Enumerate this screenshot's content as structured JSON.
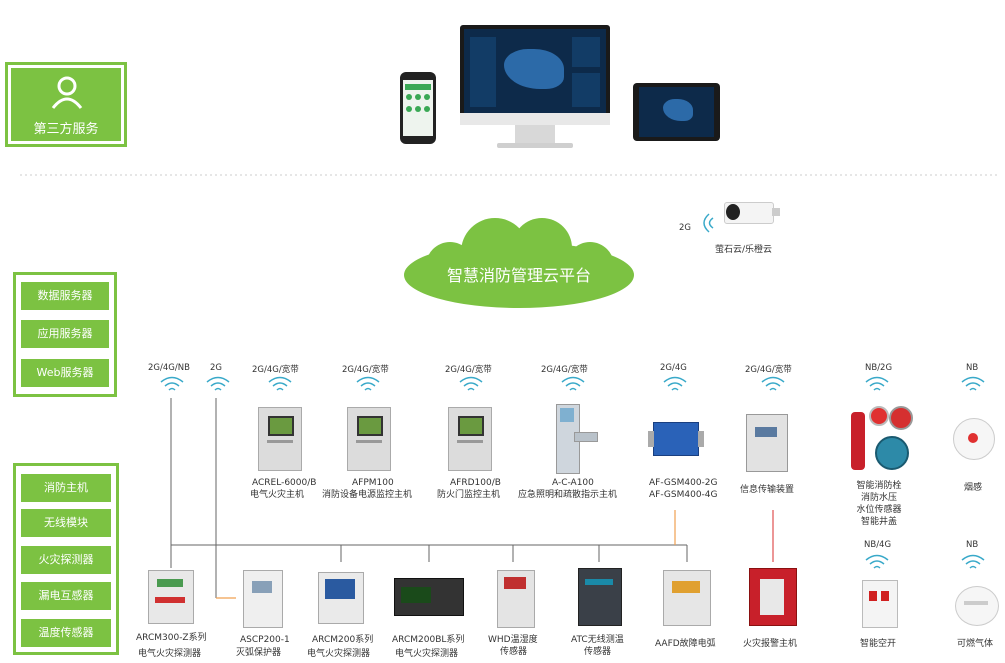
{
  "third_party": {
    "label": "第三方服务"
  },
  "cloud": {
    "label": "智慧消防管理云平台"
  },
  "camera": {
    "net": "2G",
    "label": "萤石云/乐橙云"
  },
  "servers": [
    "数据服务器",
    "应用服务器",
    "Web服务器"
  ],
  "modules": [
    "消防主机",
    "无线模块",
    "火灾探测器",
    "漏电互感器",
    "温度传感器"
  ],
  "colors": {
    "green": "#7cc242",
    "wifi": "#39a9c9",
    "orange": "#f0a050",
    "line": "#666666"
  },
  "top_devices": [
    {
      "net": "2G/4G/宽带",
      "label1": "ACREL-6000/B",
      "label2": "电气火灾主机"
    },
    {
      "net": "2G/4G/宽带",
      "label1": "AFPM100",
      "label2": "消防设备电源监控主机"
    },
    {
      "net": "2G/4G/宽带",
      "label1": "AFRD100/B",
      "label2": "防火门监控主机"
    },
    {
      "net": "2G/4G/宽带",
      "label1": "A-C-A100",
      "label2": "应急照明和疏散指示主机"
    },
    {
      "net": "2G/4G",
      "label1": "AF-GSM400-2G",
      "label2": "AF-GSM400-4G"
    },
    {
      "net": "2G/4G/宽带",
      "label1": "信息传输装置",
      "label2": ""
    }
  ],
  "left_nets": [
    "2G/4G/NB",
    "2G"
  ],
  "right_devices": [
    {
      "net": "NB/2G",
      "lines": [
        "智能消防栓",
        "消防水压",
        "水位传感器",
        "智能井盖"
      ]
    },
    {
      "net": "NB",
      "lines": [
        "烟感"
      ]
    },
    {
      "net": "NB/4G",
      "lines": [
        "智能空开"
      ]
    },
    {
      "net": "NB",
      "lines": [
        "可燃气体"
      ]
    }
  ],
  "bottom_devices": [
    {
      "label1": "ARCM300-Z系列",
      "label2": "电气火灾探测器"
    },
    {
      "label1": "ASCP200-1",
      "label2": "灭弧保护器"
    },
    {
      "label1": "ARCM200系列",
      "label2": "电气火灾探测器"
    },
    {
      "label1": "ARCM200BL系列",
      "label2": "电气火灾探测器"
    },
    {
      "label1": "WHD温湿度",
      "label2": "传感器"
    },
    {
      "label1": "ATC无线测温",
      "label2": "传感器"
    },
    {
      "label1": "AAFD故障电弧",
      "label2": ""
    },
    {
      "label1": "火灾报警主机",
      "label2": ""
    }
  ]
}
